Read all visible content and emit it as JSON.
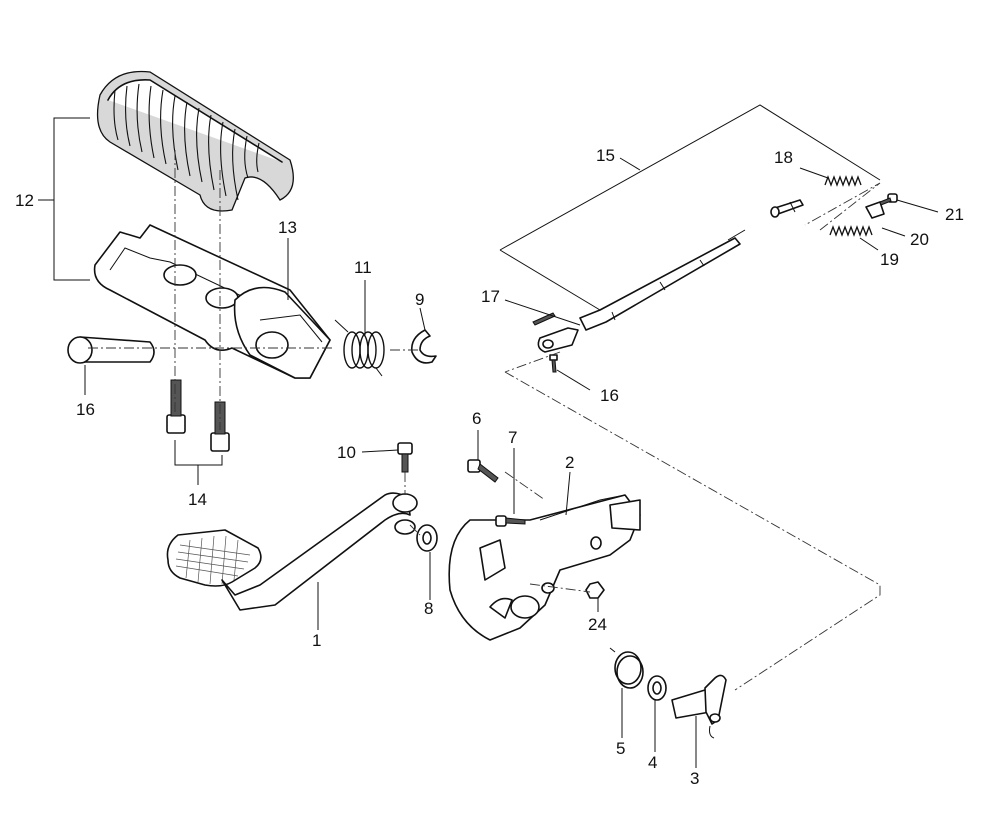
{
  "callouts": {
    "p1": "1",
    "p2": "2",
    "p3": "3",
    "p4": "4",
    "p5": "5",
    "p6": "6",
    "p7": "7",
    "p8": "8",
    "p9": "9",
    "p10": "10",
    "p11": "11",
    "p12": "12",
    "p13": "13",
    "p14": "14",
    "p15": "15",
    "p16a": "16",
    "p16b": "16",
    "p17": "17",
    "p18": "18",
    "p19": "19",
    "p20": "20",
    "p21": "21",
    "p24": "24"
  }
}
